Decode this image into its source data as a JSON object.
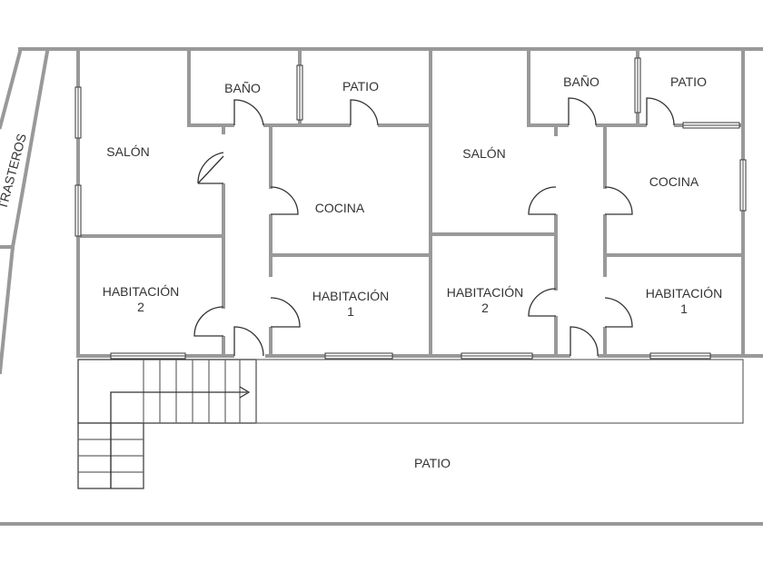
{
  "units": [
    {
      "rooms": {
        "salon": "SALÓN",
        "bano": "BAÑO",
        "patio": "PATIO",
        "cocina": "COCINA",
        "hab2_line1": "HABITACIÓN",
        "hab2_line2": "2",
        "hab1_line1": "HABITACIÓN",
        "hab1_line2": "1"
      }
    },
    {
      "rooms": {
        "salon": "SALÓN",
        "bano": "BAÑO",
        "patio": "PATIO",
        "cocina": "COCINA",
        "hab2_line1": "HABITACIÓN",
        "hab2_line2": "2",
        "hab1_line1": "HABITACIÓN",
        "hab1_line2": "1"
      }
    }
  ],
  "exterior": {
    "patio": "PATIO",
    "trasteros": "TRASTEROS"
  },
  "colors": {
    "walls": "#999999",
    "lines": "#333333",
    "text": "#333333"
  }
}
